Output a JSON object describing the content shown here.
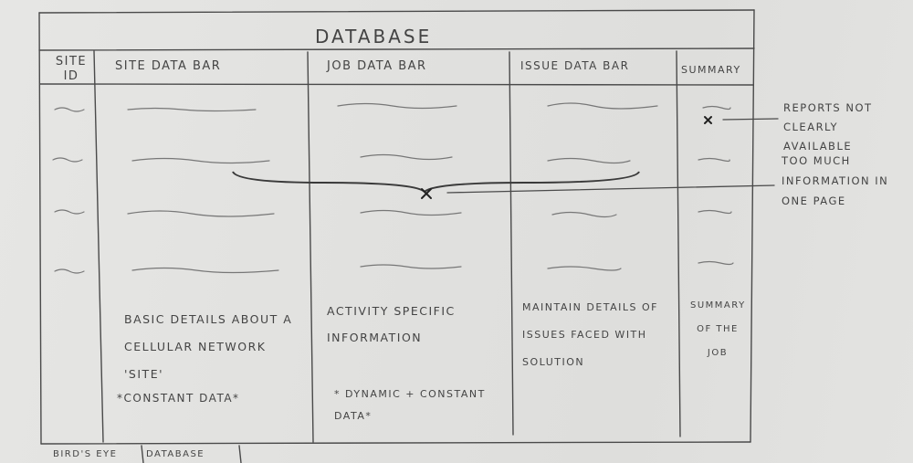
{
  "title": "DATABASE",
  "columns": [
    {
      "id": "site-id",
      "header": "SITE ID"
    },
    {
      "id": "site-data",
      "header": "SITE DATA BAR",
      "description": "BASIC DETAILS ABOUT A CELLULAR NETWORK 'SITE'",
      "note": "*CONSTANT DATA*"
    },
    {
      "id": "job-data",
      "header": "JOB DATA BAR",
      "description": "ACTIVITY SPECIFIC INFORMATION",
      "note": "* DYNAMIC + CONSTANT DATA*"
    },
    {
      "id": "issue-data",
      "header": "ISSUE DATA BAR",
      "description": "MAINTAIN DETAILS OF ISSUES FACED WITH SOLUTION"
    },
    {
      "id": "summary",
      "header": "SUMMARY",
      "description": "SUMMARY OF THE JOB"
    }
  ],
  "annotations": {
    "reports": "REPORTS NOT CLEARLY AVAILABLE",
    "too_much": "TOO MUCH INFORMATION IN ONE PAGE"
  },
  "tabs": [
    "BIRD'S EYE",
    "DATABASE"
  ],
  "colors": {
    "pencil": "#4a4a4a",
    "paper": "#e2e2e0"
  }
}
